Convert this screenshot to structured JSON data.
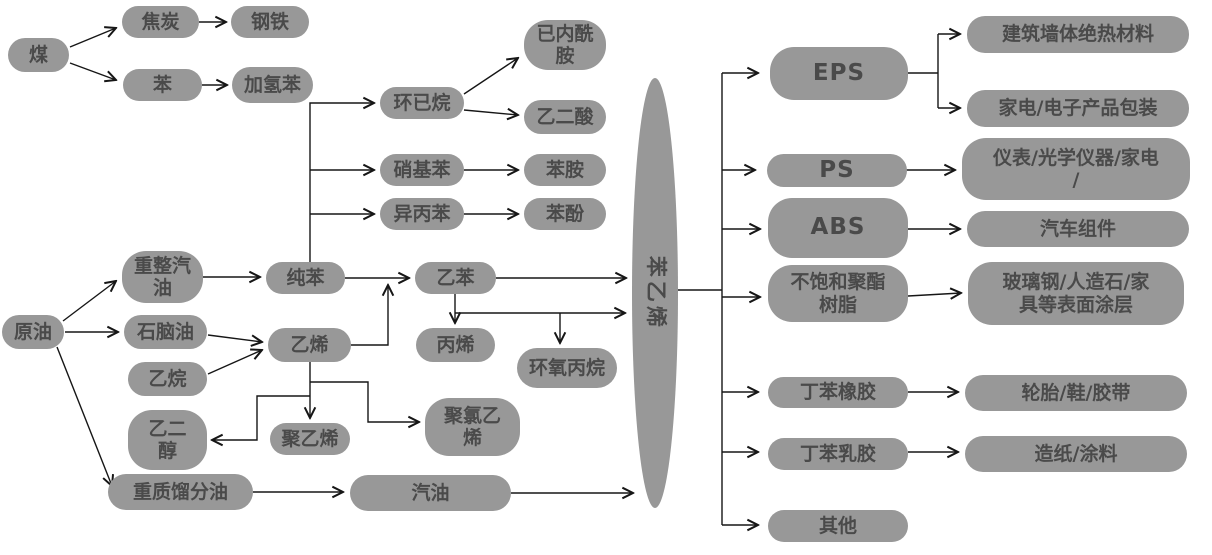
{
  "colors": {
    "background": "#ffffff",
    "node_fill": "#989898",
    "node_text": "#4a4a4a",
    "edge_color": "#161616"
  },
  "nodes": {
    "coal": {
      "label": "煤"
    },
    "coke": {
      "label": "焦炭"
    },
    "steel": {
      "label": "钢铁"
    },
    "benzene_coal": {
      "label": "苯"
    },
    "hydrogenated_benzene": {
      "label": "加氢苯"
    },
    "cyclohexane": {
      "label": "环已烷"
    },
    "caprolactam": {
      "label": "已内酰\n胺"
    },
    "adipic_acid": {
      "label": "乙二酸"
    },
    "nitrobenzene": {
      "label": "硝基苯"
    },
    "aniline": {
      "label": "苯胺"
    },
    "cumene": {
      "label": "异丙苯"
    },
    "phenol": {
      "label": "苯酚"
    },
    "crude_oil": {
      "label": "原油"
    },
    "reformed_gasoline": {
      "label": "重整汽\n油"
    },
    "pure_benzene": {
      "label": "纯苯"
    },
    "ethylbenzene": {
      "label": "乙苯"
    },
    "naphtha": {
      "label": "石脑油"
    },
    "ethylene": {
      "label": "乙烯"
    },
    "ethane": {
      "label": "乙烷"
    },
    "propylene": {
      "label": "丙烯"
    },
    "propylene_oxide": {
      "label": "环氧丙烷"
    },
    "ethylene_glycol": {
      "label": "乙二\n醇"
    },
    "polyethylene": {
      "label": "聚乙烯"
    },
    "pvc": {
      "label": "聚氯乙\n烯"
    },
    "heavy_distillate": {
      "label": "重质馏分油"
    },
    "gasoline": {
      "label": "汽油"
    },
    "styrene": {
      "label": "苯乙烯"
    },
    "eps": {
      "label": "EPS"
    },
    "eps_use_1": {
      "label": "建筑墙体绝热材料"
    },
    "eps_use_2": {
      "label": "家电/电子产品包装"
    },
    "ps": {
      "label": "PS"
    },
    "ps_use": {
      "label": "仪表/光学仪器/家电\n/"
    },
    "abs": {
      "label": "ABS"
    },
    "abs_use": {
      "label": "汽车组件"
    },
    "upr": {
      "label": "不饱和聚酯\n树脂"
    },
    "upr_use": {
      "label": "玻璃钢/人造石/家\n具等表面涂层"
    },
    "sbr": {
      "label": "丁苯橡胶"
    },
    "sbr_use": {
      "label": "轮胎/鞋/胶带"
    },
    "sb_latex": {
      "label": "丁苯乳胶"
    },
    "sb_latex_use": {
      "label": "造纸/涂料"
    },
    "other": {
      "label": "其他"
    }
  },
  "edges": [
    [
      "coal",
      "coke"
    ],
    [
      "coal",
      "benzene_coal"
    ],
    [
      "coke",
      "steel"
    ],
    [
      "benzene_coal",
      "hydrogenated_benzene"
    ],
    [
      "crude_oil",
      "reformed_gasoline"
    ],
    [
      "crude_oil",
      "naphtha"
    ],
    [
      "crude_oil",
      "heavy_distillate"
    ],
    [
      "reformed_gasoline",
      "pure_benzene"
    ],
    [
      "naphtha",
      "ethylene"
    ],
    [
      "ethane",
      "ethylene"
    ],
    [
      "pure_benzene",
      "cyclohexane"
    ],
    [
      "pure_benzene",
      "nitrobenzene"
    ],
    [
      "pure_benzene",
      "cumene"
    ],
    [
      "cyclohexane",
      "caprolactam"
    ],
    [
      "cyclohexane",
      "adipic_acid"
    ],
    [
      "nitrobenzene",
      "aniline"
    ],
    [
      "cumene",
      "phenol"
    ],
    [
      "pure_benzene",
      "ethylbenzene"
    ],
    [
      "ethylene",
      "ethylbenzene"
    ],
    [
      "ethylbenzene",
      "styrene"
    ],
    [
      "ethylbenzene",
      "propylene"
    ],
    [
      "propylene",
      "styrene"
    ],
    [
      "propylene",
      "propylene_oxide"
    ],
    [
      "ethylene",
      "polyethylene"
    ],
    [
      "ethylene",
      "pvc"
    ],
    [
      "ethylene",
      "ethylene_glycol"
    ],
    [
      "heavy_distillate",
      "gasoline"
    ],
    [
      "gasoline",
      "styrene"
    ],
    [
      "styrene",
      "eps"
    ],
    [
      "styrene",
      "ps"
    ],
    [
      "styrene",
      "abs"
    ],
    [
      "styrene",
      "upr"
    ],
    [
      "styrene",
      "sbr"
    ],
    [
      "styrene",
      "sb_latex"
    ],
    [
      "styrene",
      "other"
    ],
    [
      "eps",
      "eps_use_1"
    ],
    [
      "eps",
      "eps_use_2"
    ],
    [
      "ps",
      "ps_use"
    ],
    [
      "abs",
      "abs_use"
    ],
    [
      "upr",
      "upr_use"
    ],
    [
      "sbr",
      "sbr_use"
    ],
    [
      "sb_latex",
      "sb_latex_use"
    ]
  ]
}
